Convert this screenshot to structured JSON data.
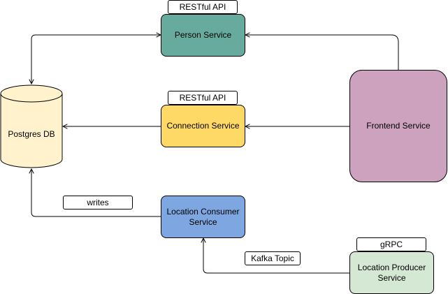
{
  "colors": {
    "person": "#67ab9f",
    "connection": "#ffd966",
    "frontend": "#cda2be",
    "consumer": "#7ea6e0",
    "producer": "#d5e8d4",
    "db_fill": "#fff2cc",
    "stroke": "#000000",
    "wire": "#000000"
  },
  "nodes": {
    "person_service": "Person Service",
    "connection_service": "Connection Service",
    "frontend_service": "Frontend Service",
    "location_consumer_service": "Location Consumer Service",
    "location_producer_service": "Location Producer Service",
    "postgres_db": "Postgres DB"
  },
  "tags": {
    "person_api": "RESTful API",
    "connection_api": "RESTful API",
    "writes": "writes",
    "kafka_topic": "Kafka Topic",
    "grpc": "gRPC"
  },
  "edges": [
    {
      "from": "frontend_service",
      "to": "person_service"
    },
    {
      "from": "frontend_service",
      "to": "connection_service"
    },
    {
      "from": "connection_service",
      "to": "postgres_db"
    },
    {
      "from": "person_service",
      "to": "postgres_db",
      "bidirectional": true
    },
    {
      "from": "location_consumer_service",
      "to": "postgres_db",
      "label": "writes"
    },
    {
      "from": "location_producer_service",
      "to": "location_consumer_service",
      "label": "Kafka Topic"
    }
  ]
}
